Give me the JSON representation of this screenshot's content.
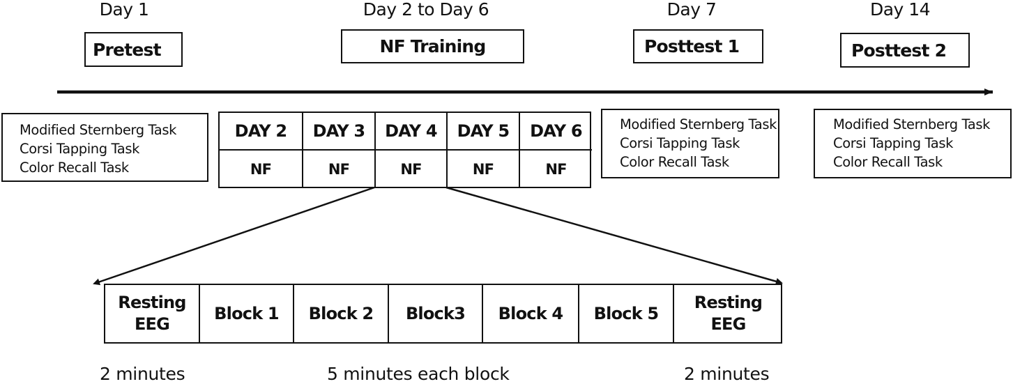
{
  "timeline": {
    "day_labels": [
      "Day 1",
      "Day 2 to Day 6",
      "Day 7",
      "Day 14"
    ],
    "phases": [
      "Pretest",
      "NF Training",
      "Posttest 1",
      "Posttest 2"
    ],
    "arrow_direction": "right"
  },
  "task_boxes": {
    "pretest": [
      "Modified Sternberg Task",
      "Corsi Tapping Task",
      "Color Recall Task"
    ],
    "posttest1": [
      "Modified Sternberg Task",
      "Corsi Tapping Task",
      "Color Recall Task"
    ],
    "posttest2": [
      "Modified Sternberg Task",
      "Corsi Tapping Task",
      "Color Recall Task"
    ]
  },
  "nf_table": {
    "days": [
      "DAY 2",
      "DAY 3",
      "DAY 4",
      "DAY 5",
      "DAY 6"
    ],
    "sessions": [
      "NF",
      "NF",
      "NF",
      "NF",
      "NF"
    ],
    "expanded_day_index": 2
  },
  "session_blocks": {
    "blocks": [
      {
        "line1": "Resting",
        "line2": "EEG"
      },
      {
        "line1": "Block 1",
        "line2": ""
      },
      {
        "line1": "Block 2",
        "line2": ""
      },
      {
        "line1": "Block3",
        "line2": ""
      },
      {
        "line1": "Block 4",
        "line2": ""
      },
      {
        "line1": "Block 5",
        "line2": ""
      },
      {
        "line1": "Resting",
        "line2": "EEG"
      }
    ],
    "durations": {
      "start": "2 minutes",
      "middle": "5 minutes each block",
      "end": "2 minutes"
    }
  },
  "colors": {
    "stroke": "#111111",
    "background": "#ffffff"
  }
}
